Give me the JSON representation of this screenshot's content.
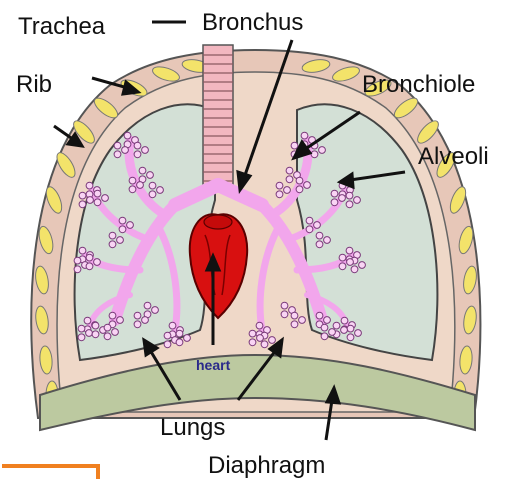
{
  "labels": {
    "trachea": "Trachea",
    "bronchus": "Bronchus",
    "rib": "Rib",
    "bronchiole": "Bronchiole",
    "alveoli": "Alveoli",
    "heart": "heart",
    "lungs": "Lungs",
    "diaphragm": "Diaphragm"
  },
  "colors": {
    "rib_fill": "#f0e060",
    "chest_wall": "#d9b7a8",
    "pleura": "#efd8c8",
    "lung_fill": "#d3e0d6",
    "bronchial_tree": "#f2a6ec",
    "heart": "#d81010",
    "heart_label": "#2a2a8a",
    "diaphragm": "#bcc9a0",
    "accent_bracket": "#f08020",
    "outline": "#444444"
  }
}
